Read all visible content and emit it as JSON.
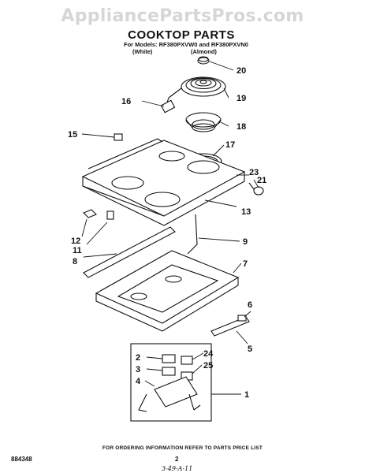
{
  "watermark": "AppliancePartsPros.com",
  "title": "COOKTOP PARTS",
  "models": "For Models: RF380PXVW0 and RF380PXVN0",
  "finish_white": "(White)",
  "finish_almond": "(Almond)",
  "footer_note": "FOR ORDERING INFORMATION REFER TO PARTS PRICE LIST",
  "doc_number": "884348",
  "page_number": "2",
  "handwritten_note": "3-49-A-11",
  "callouts": {
    "c1": "1",
    "c2": "2",
    "c3": "3",
    "c4": "4",
    "c5": "5",
    "c6": "6",
    "c7": "7",
    "c8": "8",
    "c9": "9",
    "c11": "11",
    "c12": "12",
    "c13": "13",
    "c15": "15",
    "c16": "16",
    "c17": "17",
    "c18": "18",
    "c19": "19",
    "c20": "20",
    "c21": "21",
    "c23": "23",
    "c24": "24",
    "c25": "25"
  }
}
